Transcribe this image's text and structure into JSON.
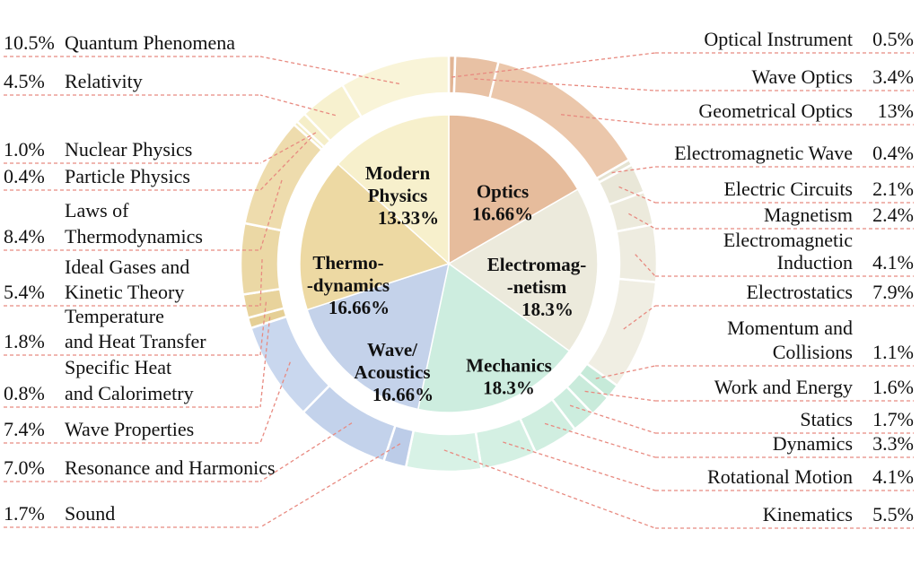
{
  "chart_data": {
    "type": "pie",
    "inner": [
      {
        "name": [
          "Optics"
        ],
        "pct": "16.66%",
        "value": 16.66,
        "color": "#E6BC9C"
      },
      {
        "name": [
          "Electromag-",
          "-netism"
        ],
        "pct": "18.3%",
        "value": 18.3,
        "color": "#ECEADC"
      },
      {
        "name": [
          "Mechanics"
        ],
        "pct": "18.3%",
        "value": 18.3,
        "color": "#CDEDDF"
      },
      {
        "name": [
          "Wave/",
          "Acoustics"
        ],
        "pct": "16.66%",
        "value": 16.66,
        "color": "#C4D2EA"
      },
      {
        "name": [
          "Thermo-",
          "-dynamics"
        ],
        "pct": "16.66%",
        "value": 16.66,
        "color": "#EDD9A3"
      },
      {
        "name": [
          "Modern",
          "Physics"
        ],
        "pct": "13.33%",
        "value": 13.33,
        "color": "#F7F0CC"
      }
    ],
    "outer": [
      {
        "group": 0,
        "name": [
          "Optical Instrument"
        ],
        "pct": "0.5%",
        "value": 0.5,
        "color": "#E2B595"
      },
      {
        "group": 0,
        "name": [
          "Wave Optics"
        ],
        "pct": "3.4%",
        "value": 3.4,
        "color": "#E8C1A4"
      },
      {
        "group": 0,
        "name": [
          "Geometrical Optics"
        ],
        "pct": "13%",
        "value": 13,
        "color": "#EBC7AB"
      },
      {
        "group": 1,
        "name": [
          "Electromagnetic Wave"
        ],
        "pct": "0.4%",
        "value": 0.4,
        "color": "#E5E3D2"
      },
      {
        "group": 1,
        "name": [
          "Electric Circuits"
        ],
        "pct": "2.1%",
        "value": 2.1,
        "color": "#E9E7D8"
      },
      {
        "group": 1,
        "name": [
          "Magnetism"
        ],
        "pct": "2.4%",
        "value": 2.4,
        "color": "#ECEADC"
      },
      {
        "group": 1,
        "name": [
          "Electromagnetic",
          "Induction"
        ],
        "pct": "4.1%",
        "value": 4.1,
        "color": "#EEECE0"
      },
      {
        "group": 1,
        "name": [
          "Electrostatics"
        ],
        "pct": "7.9%",
        "value": 7.9,
        "color": "#F0EEE3"
      },
      {
        "group": 2,
        "name": [
          "Momentum and",
          "Collisions"
        ],
        "pct": "1.1%",
        "value": 1.1,
        "color": "#C6EAD9"
      },
      {
        "group": 2,
        "name": [
          "Work and Energy"
        ],
        "pct": "1.6%",
        "value": 1.6,
        "color": "#C9EBDB"
      },
      {
        "group": 2,
        "name": [
          "Statics"
        ],
        "pct": "1.7%",
        "value": 1.7,
        "color": "#CCEDDE"
      },
      {
        "group": 2,
        "name": [
          "Dynamics"
        ],
        "pct": "3.3%",
        "value": 3.3,
        "color": "#D0EEE0"
      },
      {
        "group": 2,
        "name": [
          "Rotational Motion"
        ],
        "pct": "4.1%",
        "value": 4.1,
        "color": "#D4F0E3"
      },
      {
        "group": 2,
        "name": [
          "Kinematics"
        ],
        "pct": "5.5%",
        "value": 5.5,
        "color": "#D8F2E6"
      },
      {
        "group": 3,
        "name": [
          "Sound"
        ],
        "pct": "1.7%",
        "value": 1.7,
        "color": "#BCCCE8"
      },
      {
        "group": 3,
        "name": [
          "Resonance and Harmonics"
        ],
        "pct": "7.0%",
        "value": 7.0,
        "color": "#C3D2EB"
      },
      {
        "group": 3,
        "name": [
          "Wave Properties"
        ],
        "pct": "7.4%",
        "value": 7.4,
        "color": "#C9D7EE"
      },
      {
        "group": 4,
        "name": [
          "Specific Heat",
          "and Calorimetry"
        ],
        "pct": "0.8%",
        "value": 0.8,
        "color": "#E5CF95"
      },
      {
        "group": 4,
        "name": [
          "Temperature",
          "and Heat Transfer"
        ],
        "pct": "1.8%",
        "value": 1.8,
        "color": "#E8D39C"
      },
      {
        "group": 4,
        "name": [
          "Ideal Gases and",
          "Kinetic Theory"
        ],
        "pct": "5.4%",
        "value": 5.4,
        "color": "#EBD8A5"
      },
      {
        "group": 4,
        "name": [
          "Laws of",
          "Thermodynamics"
        ],
        "pct": "8.4%",
        "value": 8.4,
        "color": "#EEDCAD"
      },
      {
        "group": 5,
        "name": [
          "Particle Physics"
        ],
        "pct": "0.4%",
        "value": 0.4,
        "color": "#F3EBC2"
      },
      {
        "group": 5,
        "name": [
          "Nuclear Physics"
        ],
        "pct": "1.0%",
        "value": 1.0,
        "color": "#F5EEC8"
      },
      {
        "group": 5,
        "name": [
          "Relativity"
        ],
        "pct": "4.5%",
        "value": 4.5,
        "color": "#F7F1CF"
      },
      {
        "group": 5,
        "name": [
          "Quantum Phenomena"
        ],
        "pct": "10.5%",
        "value": 10.5,
        "color": "#F9F4D8"
      }
    ],
    "leader_color": "#E88A80"
  }
}
